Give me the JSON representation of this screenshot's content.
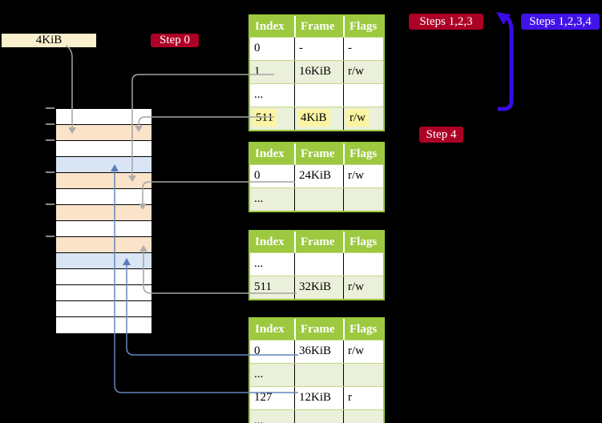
{
  "palette": {
    "label_box_bg": "#faf0cd",
    "badge_red_bg": "#ad0026",
    "badge_blue_bg": "#4113e9",
    "arrow_blue": "#3a0be8",
    "table_header_bg": "#9cc93f",
    "table_border": "#9cc93f",
    "table_row_alt_bg": "#eaf0da",
    "highlight_bg": "#fbf5a3",
    "connector_grey": "#a4a4a4",
    "connector_grey_head": "#adadad",
    "connector_blue": "#6585bc",
    "connector_blue_head": "#5b7eb8",
    "mem_free": "#ffffff",
    "mem_table_frame": "#fbe3c9",
    "mem_page_frame": "#d9e5f5"
  },
  "labels": {
    "frame_size": "4KiB",
    "step0": "Step 0",
    "steps123": "Steps 1,2,3",
    "steps1234": "Steps 1,2,3,4",
    "step4": "Step 4"
  },
  "memory_column": {
    "rows": [
      "free",
      "table",
      "free",
      "page",
      "table",
      "free",
      "table",
      "free",
      "table",
      "page",
      "free",
      "free",
      "free",
      "free"
    ]
  },
  "page_tables": [
    {
      "headers": [
        "Index",
        "Frame",
        "Flags"
      ],
      "rows": [
        {
          "cells": [
            "0",
            "-",
            "-"
          ],
          "shaded": false,
          "highlight": false
        },
        {
          "cells": [
            "1",
            "16KiB",
            "r/w"
          ],
          "shaded": true,
          "highlight": false
        },
        {
          "cells": [
            "...",
            "",
            ""
          ],
          "shaded": false,
          "highlight": false
        },
        {
          "cells": [
            "511",
            "4KiB",
            "r/w"
          ],
          "shaded": true,
          "highlight": true
        }
      ]
    },
    {
      "headers": [
        "Index",
        "Frame",
        "Flags"
      ],
      "rows": [
        {
          "cells": [
            "0",
            "24KiB",
            "r/w"
          ],
          "shaded": false,
          "highlight": false
        },
        {
          "cells": [
            "...",
            "",
            ""
          ],
          "shaded": true,
          "highlight": false
        }
      ]
    },
    {
      "headers": [
        "Index",
        "Frame",
        "Flags"
      ],
      "rows": [
        {
          "cells": [
            "...",
            "",
            ""
          ],
          "shaded": false,
          "highlight": false
        },
        {
          "cells": [
            "511",
            "32KiB",
            "r/w"
          ],
          "shaded": true,
          "highlight": false
        }
      ]
    },
    {
      "headers": [
        "Index",
        "Frame",
        "Flags"
      ],
      "rows": [
        {
          "cells": [
            "0",
            "36KiB",
            "r/w"
          ],
          "shaded": false,
          "highlight": false
        },
        {
          "cells": [
            "...",
            "",
            ""
          ],
          "shaded": true,
          "highlight": false
        },
        {
          "cells": [
            "127",
            "12KiB",
            "r"
          ],
          "shaded": false,
          "highlight": false
        },
        {
          "cells": [
            "...",
            "",
            ""
          ],
          "shaded": true,
          "highlight": false
        }
      ]
    }
  ]
}
